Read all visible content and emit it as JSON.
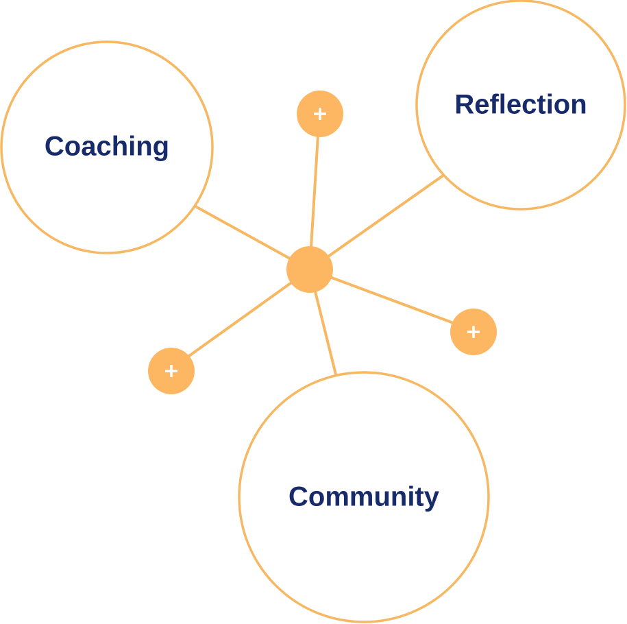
{
  "diagram": {
    "nodes": [
      {
        "id": "coaching",
        "label": "Coaching"
      },
      {
        "id": "reflection",
        "label": "Reflection"
      },
      {
        "id": "community",
        "label": "Community"
      }
    ],
    "add_buttons": [
      {
        "id": "add-top",
        "icon": "plus-icon"
      },
      {
        "id": "add-right",
        "icon": "plus-icon"
      },
      {
        "id": "add-left",
        "icon": "plus-icon"
      }
    ],
    "colors": {
      "accent": "#fdb762",
      "label_text": "#172a6a",
      "background": "#ffffff"
    }
  }
}
